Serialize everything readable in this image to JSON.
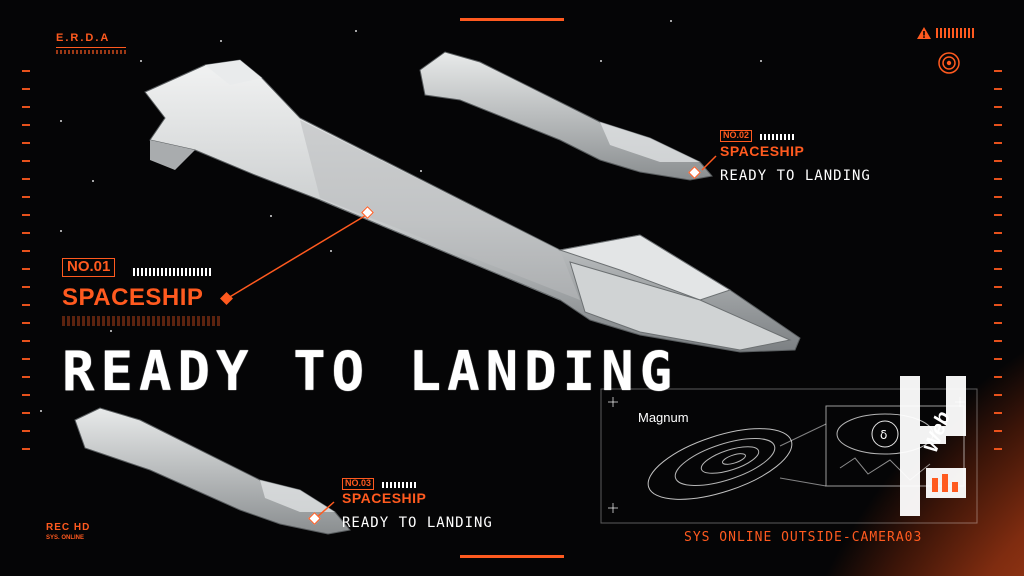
{
  "header": {
    "brand": "E.R.D.A",
    "warning_icon": "warning-triangle-icon"
  },
  "ships": [
    {
      "number": "NO.01",
      "name": "SPACESHIP",
      "status": "READY TO LANDING"
    },
    {
      "number": "NO.02",
      "name": "SPACESHIP",
      "status": "READY TO LANDING"
    },
    {
      "number": "NO.03",
      "name": "SPACESHIP",
      "status": "READY TO LANDING"
    }
  ],
  "footer": {
    "rec": "REC HD",
    "sys_online_small": "SYS. ONLINE",
    "sys_status": "SYS ONLINE OUTSIDE-CAMERA03"
  },
  "diagram": {
    "label": "Magnum",
    "symbol": "δ"
  },
  "logo": {
    "text": "Web"
  },
  "colors": {
    "accent": "#ff5a1f",
    "text": "#ffffff",
    "background": "#050506",
    "planet": "#c24e1c"
  }
}
